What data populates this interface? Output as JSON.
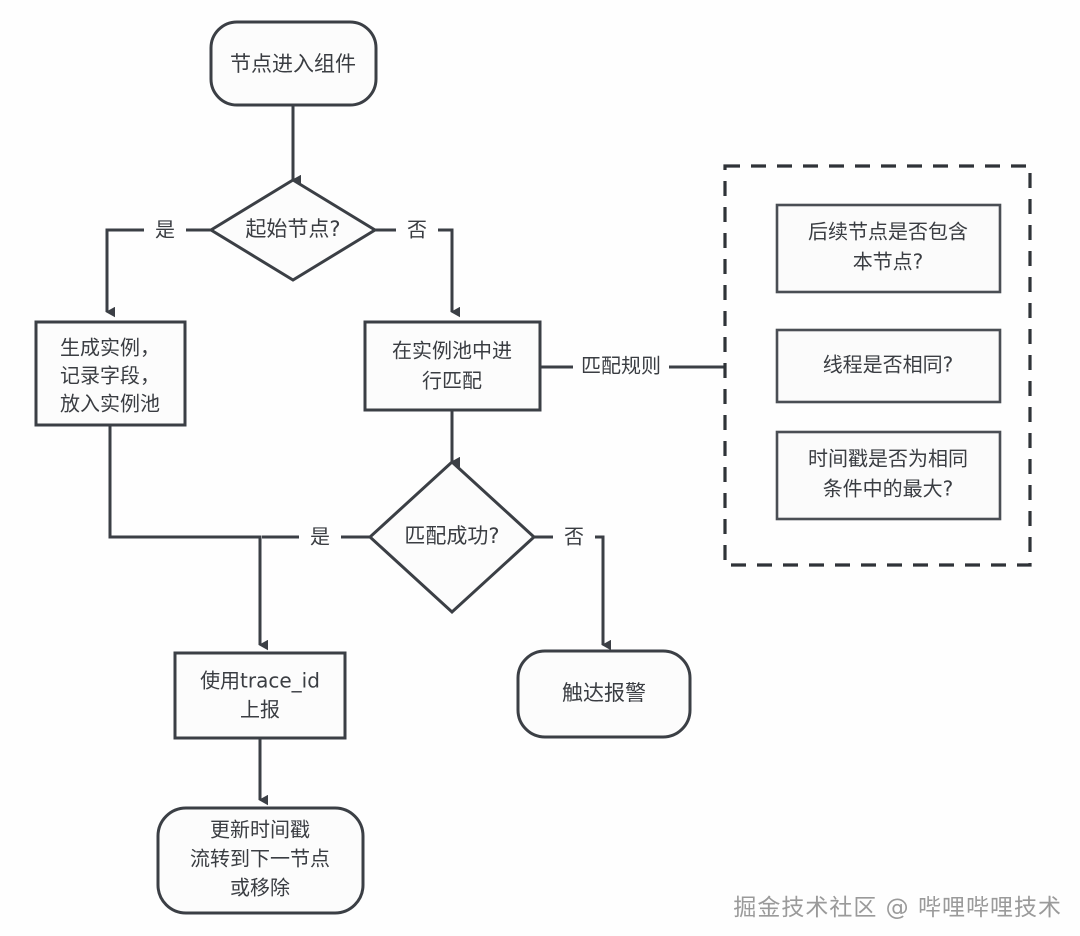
{
  "diagram": {
    "title_watermark": "掘金技术社区 @ 哔哩哔哩技术",
    "colors": {
      "background": "#fefefe",
      "stroke": "#3b3f45",
      "shape_fill": "#fcfcfc",
      "text": "#3a3d42",
      "watermark": "#9a9a9a"
    },
    "nodes": {
      "start": {
        "label": "节点进入组件",
        "shape": "rounded-terminal"
      },
      "decision_start": {
        "label": "起始节点?",
        "shape": "diamond"
      },
      "create_instance": {
        "line1": "生成实例，",
        "line2": "记录字段，",
        "line3": "放入实例池",
        "shape": "rectangle"
      },
      "match_in_pool": {
        "line1": "在实例池中进",
        "line2": "行匹配",
        "shape": "rectangle"
      },
      "decision_match": {
        "label": "匹配成功?",
        "shape": "diamond"
      },
      "report_trace": {
        "line1": "使用trace_id",
        "line2": "上报",
        "shape": "rectangle"
      },
      "trigger_alarm": {
        "label": "触达报警",
        "shape": "rounded-terminal"
      },
      "update_timestamp": {
        "line1": "更新时间戳",
        "line2": "流转到下一节点",
        "line3": "或移除",
        "shape": "rounded-terminal"
      }
    },
    "edge_labels": {
      "start_yes": "是",
      "start_no": "否",
      "match_yes": "是",
      "match_no": "否",
      "match_rules": "匹配规则"
    },
    "rules_group": {
      "rule1": {
        "line1": "后续节点是否包含",
        "line2": "本节点?"
      },
      "rule2": {
        "line1": "线程是否相同?",
        "line2": ""
      },
      "rule3": {
        "line1": "时间戳是否为相同",
        "line2": "条件中的最大?"
      }
    }
  }
}
